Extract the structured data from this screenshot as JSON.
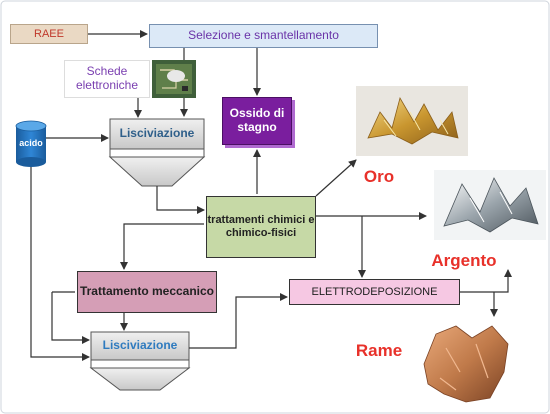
{
  "diagram": {
    "source_label": "RAEE",
    "selection_label": "Selezione e smantellamento",
    "boards_label": "Schede elettroniche",
    "tin_oxide_label": "Ossido di stagno",
    "acid_label": "acido",
    "leaching_top_label": "Lisciviazione",
    "treatment_label": "trattamenti chimici e chimico-fisici",
    "mechanical_label": "Trattamento meccanico",
    "electro_label": "ELETTRODEPOSIZIONE",
    "leaching_bottom_label": "Lisciviazione",
    "gold_label": "Oro",
    "silver_label": "Argento",
    "copper_label": "Rame"
  },
  "colors": {
    "arrow": "#333333",
    "accent_red": "#e8312a",
    "gold": "#c9a14a",
    "silver": "#9aa4ab",
    "copper": "#c07a4a",
    "acid_cylinder": "#1e6fb8"
  }
}
